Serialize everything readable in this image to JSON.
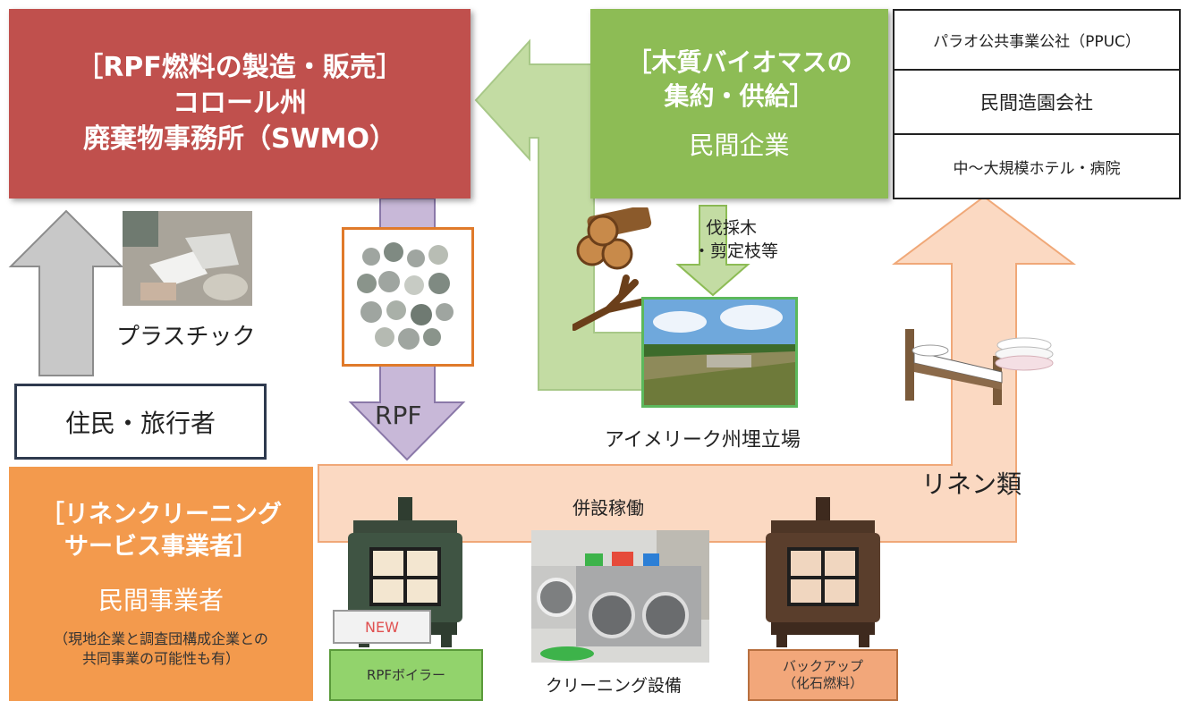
{
  "swmo": {
    "title_line1": "［RPF燃料の製造・販売］",
    "title_line2": "コロール州",
    "title_line3": "廃棄物事務所（SWMO）"
  },
  "biomass": {
    "title_line1": "［木質バイオマスの",
    "title_line2": "集約・供給］",
    "subtitle": "民間企業"
  },
  "suppliers": {
    "items": [
      "パラオ公共事業公社（PPUC）",
      "民間造園会社",
      "中～大規模ホテル・病院"
    ]
  },
  "labels": {
    "plastic": "プラスチック",
    "residents": "住民・旅行者",
    "rpf": "RPF",
    "felled_line1": "伐採木",
    "felled_line2": "・剪定枝等",
    "landfill": "アイメリーク州埋立場",
    "linen_items": "リネン類",
    "co_operation": "併設稼働"
  },
  "linen_operator": {
    "title_line1": "［リネンクリーニング",
    "title_line2": "サービス事業者］",
    "subtitle": "民間事業者",
    "note_line1": "（現地企業と調査団構成企業との",
    "note_line2": "共同事業の可能性も有）"
  },
  "equipment": {
    "new_badge": "NEW",
    "rpf_boiler": "RPFボイラー",
    "cleaning": "クリーニング設備",
    "backup_line1": "バックアップ",
    "backup_line2": "（化石燃料）"
  },
  "colors": {
    "swmo": "#c0504d",
    "biomass": "#8dbc55",
    "linen": "#f39a4d",
    "rpf_arrow": "#c8b8d8",
    "green_arrow": "#c3dca3",
    "linen_arrow": "#fbd9c2",
    "gray_arrow": "#c8c8c8"
  }
}
